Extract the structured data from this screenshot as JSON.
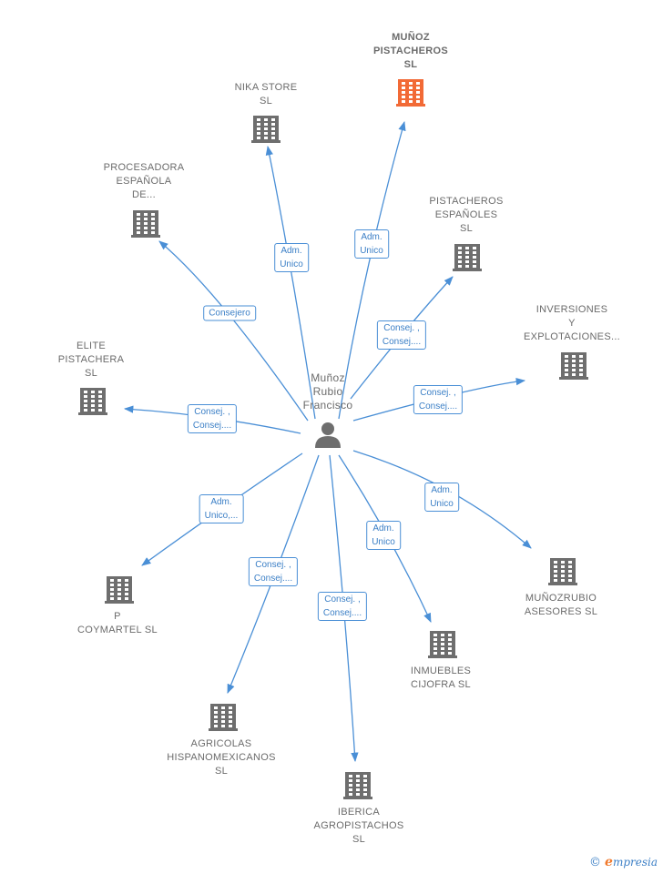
{
  "colors": {
    "edge": "#4a8fd6",
    "building": "#6e6e6e",
    "highlight": "#f26a36",
    "person": "#6e6e6e"
  },
  "center": {
    "name": "Muñoz\nRubio\nFrancisco",
    "icon": "person-icon"
  },
  "companies": [
    {
      "id": "munoz-pistacheros",
      "name": "MUÑOZ\nPISTACHEROS\nSL",
      "highlight": true,
      "relation": "Adm.\nUnico",
      "icon": "building-icon"
    },
    {
      "id": "nika-store",
      "name": "NIKA STORE\nSL",
      "highlight": false,
      "relation": "Adm.\nUnico",
      "icon": "building-icon"
    },
    {
      "id": "procesadora",
      "name": "PROCESADORA\nESPAÑOLA\nDE...",
      "highlight": false,
      "relation": "Consejero",
      "icon": "building-icon"
    },
    {
      "id": "pistacheros-espanoles",
      "name": "PISTACHEROS\nESPAÑOLES\nSL",
      "highlight": false,
      "relation": "Consej. ,\nConsej....",
      "icon": "building-icon"
    },
    {
      "id": "inversiones",
      "name": "INVERSIONES\nY\nEXPLOTACIONES...",
      "highlight": false,
      "relation": "Consej. ,\nConsej....",
      "icon": "building-icon"
    },
    {
      "id": "elite-pistachera",
      "name": "ELITE\nPISTACHERA\nSL",
      "highlight": false,
      "relation": "Consej. ,\nConsej....",
      "icon": "building-icon"
    },
    {
      "id": "p-coymartel",
      "name": "P\nCOYMARTEL SL",
      "highlight": false,
      "relation": "Adm.\nUnico,...",
      "icon": "building-icon"
    },
    {
      "id": "munozrubio-asesores",
      "name": "MUÑOZRUBIO\nASESORES SL",
      "highlight": false,
      "relation": "Adm.\nUnico",
      "icon": "building-icon"
    },
    {
      "id": "inmuebles-cijofra",
      "name": "INMUEBLES\nCIJOFRA SL",
      "highlight": false,
      "relation": "Adm.\nUnico",
      "icon": "building-icon"
    },
    {
      "id": "agricolas",
      "name": "AGRICOLAS\nHISPANOMEXICANOS\nSL",
      "highlight": false,
      "relation": "Consej. ,\nConsej....",
      "icon": "building-icon"
    },
    {
      "id": "iberica",
      "name": "IBERICA\nAGROPISTACHOS\nSL",
      "highlight": false,
      "relation": "Consej. ,\nConsej....",
      "icon": "building-icon"
    }
  ],
  "brand": {
    "copyright": "©",
    "initial": "e",
    "rest": "mpresia"
  }
}
